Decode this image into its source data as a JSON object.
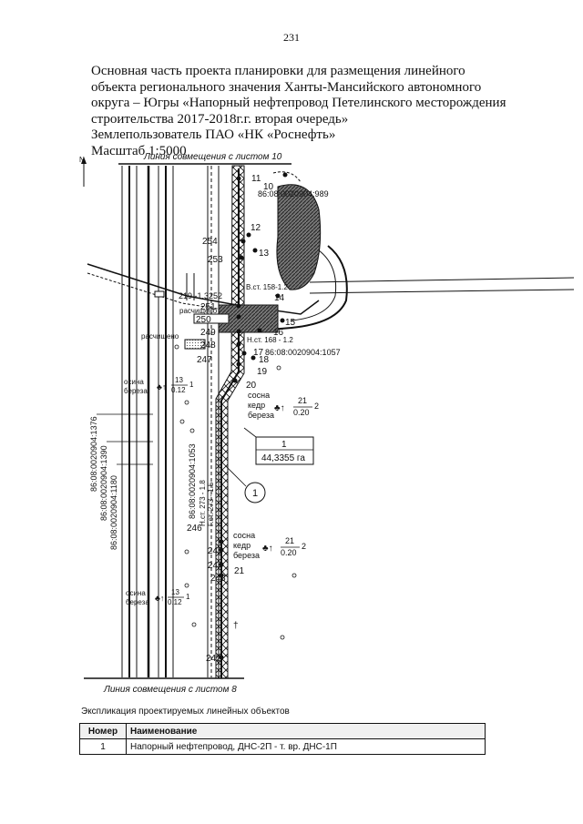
{
  "page_number": "231",
  "title_lines": [
    "Основная часть проекта планировки для размещения линейного",
    "объекта регионального значения Ханты-Мансийского автономного",
    "округа – Югры «Напорный нефтепровод Петелинского месторождения",
    "строительства 2017-2018г.г. вторая очередь»",
    "Землепользователь ПАО «НК «Роснефть»",
    "Масштаб 1:5000"
  ],
  "map": {
    "north_label": "N",
    "top_match_line": "Линия совмещения с листом 10",
    "bottom_match_line": "Линия совмещения с листом 8",
    "cadastral": {
      "top": "86:08:0020904:989",
      "mid": "86:08:0020904:1057",
      "v1": "86:08:0020904:1376",
      "v2": "86:08:0020904:1390",
      "v3": "86:08:0020904:1180",
      "v4": "86:08:0020904:1053"
    },
    "points": [
      "11",
      "10",
      "12",
      "13",
      "254",
      "253",
      "14",
      "251",
      "250",
      "15",
      "249",
      "16",
      "248",
      "247",
      "18",
      "19",
      "20",
      "17",
      "246",
      "245",
      "244",
      "243",
      "21",
      "242"
    ],
    "misc_labels": {
      "vst_158": "В.ст. 158-1.2",
      "p219": "219 -1.3252",
      "raschishcheno": "расчищено",
      "raschishcheno2": "расчищено",
      "nst_168": "Н.ст. 168 - 1.2",
      "nst_273": "Н.ст. 273 - 1.8",
      "gst_273": "Г.ст. 273 - 1.5"
    },
    "forest_1": {
      "species": [
        "сосна",
        "кедр",
        "береза"
      ],
      "num": "21",
      "den": "0.20",
      "mult": "2"
    },
    "forest_2": {
      "species": [
        "сосна",
        "кедр",
        "береза"
      ],
      "num": "21",
      "den": "0.20",
      "mult": "2"
    },
    "forest_left_1": {
      "species": [
        "осина",
        "береза"
      ],
      "num": "13",
      "den": "0.12",
      "mult": "1"
    },
    "forest_left_2": {
      "species": [
        "осина",
        "береза"
      ],
      "num": "13",
      "den": "0.12",
      "mult": "1"
    },
    "parcel_box": {
      "number": "1",
      "area": "44,3355 га"
    },
    "circle_label": "1"
  },
  "explication": {
    "caption": "Экспликация проектируемых линейных объектов",
    "headers": [
      "Номер",
      "Наименование"
    ],
    "rows": [
      {
        "number": "1",
        "name": "Напорный нефтепровод, ДНС-2П - т. вр. ДНС-1П"
      }
    ]
  }
}
